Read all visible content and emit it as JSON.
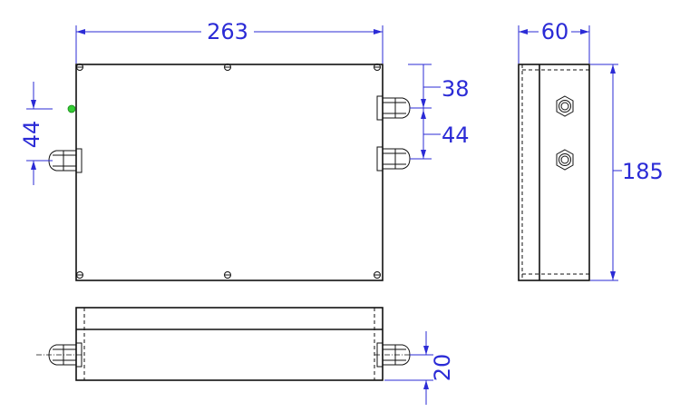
{
  "dimensions": {
    "top_width": "263",
    "left_spacing": "44",
    "right_top": "38",
    "right_spacing": "44",
    "side_width": "60",
    "side_height": "185",
    "bottom_offset": "20"
  },
  "colors": {
    "dimension": "#2b2bd6",
    "outline": "#111111",
    "led": "#33cc33"
  }
}
